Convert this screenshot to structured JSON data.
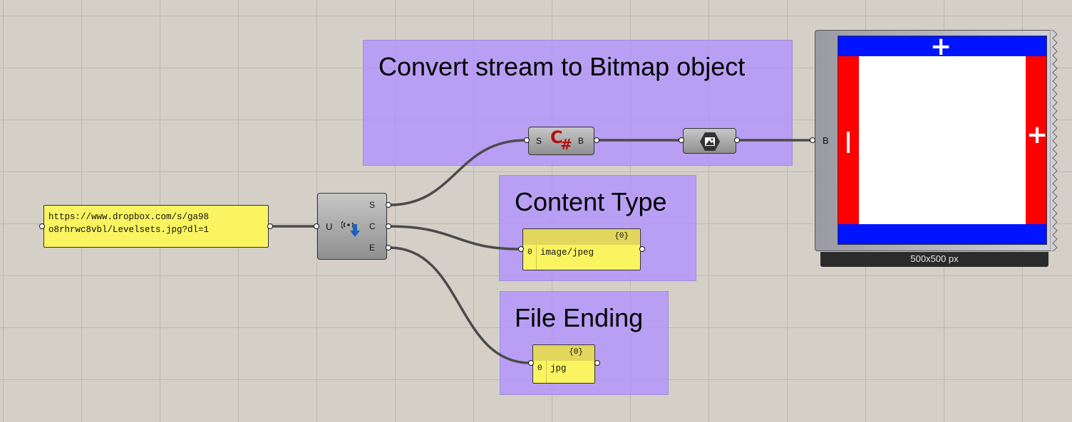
{
  "groups": {
    "bitmap_title": "Convert stream to Bitmap object",
    "content_type_title": "Content Type",
    "file_ending_title": "File Ending"
  },
  "url_panel": {
    "line1": "https://www.dropbox.com/s/ga98",
    "line2": "o8rhrwc8vbl/Levelsets.jpg?dl=1"
  },
  "download_component": {
    "input": "U",
    "outputs": [
      "S",
      "C",
      "E"
    ],
    "icon": "download-icon"
  },
  "csharp_component": {
    "input": "S",
    "output": "B",
    "icon": "csharp-icon"
  },
  "bitmap_component": {
    "icon": "image-icon"
  },
  "content_type_panel": {
    "header": "{0}",
    "index": "0",
    "value": "image/jpeg"
  },
  "file_ending_panel": {
    "header": "{0}",
    "index": "0",
    "value": "jpg"
  },
  "viewer": {
    "input": "B",
    "caption": "500x500 px",
    "colors": {
      "blue": "#0014ff",
      "red": "#ff0000"
    }
  }
}
